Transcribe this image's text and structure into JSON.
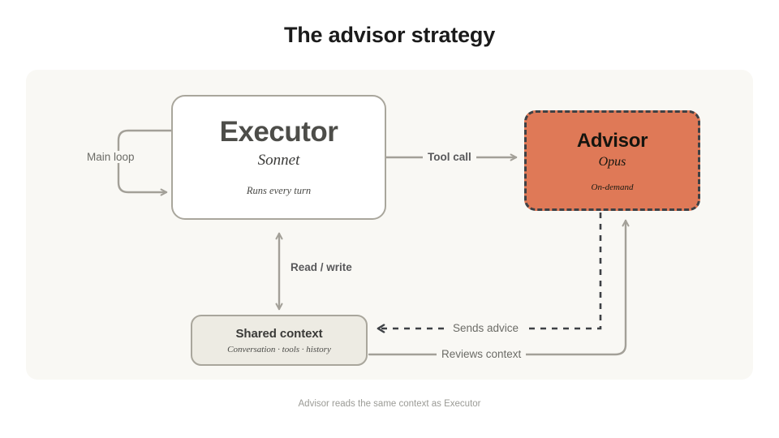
{
  "page": {
    "title": "The advisor strategy",
    "caption": "Advisor reads the same context as Executor"
  },
  "colors": {
    "page_background": "#ffffff",
    "panel_background": "#f9f8f4",
    "advisor_fill": "#df7957",
    "advisor_border": "#3e4145",
    "node_border": "#a9a69c",
    "context_fill": "#edebe3",
    "wire": "#a3a098",
    "dashed_wire": "#3e4145",
    "title_text": "#1b1b1b",
    "caption_text": "#9b9b96"
  },
  "nodes": {
    "executor": {
      "title": "Executor",
      "subtitle": "Sonnet",
      "note": "Runs every turn"
    },
    "advisor": {
      "title": "Advisor",
      "subtitle": "Opus",
      "note": "On-demand"
    },
    "shared_context": {
      "title": "Shared context",
      "note": "Conversation · tools · history"
    }
  },
  "edges": {
    "main_loop": "Main loop",
    "tool_call": "Tool call",
    "read_write": "Read / write",
    "sends_advice": "Sends advice",
    "reviews_context": "Reviews context"
  }
}
